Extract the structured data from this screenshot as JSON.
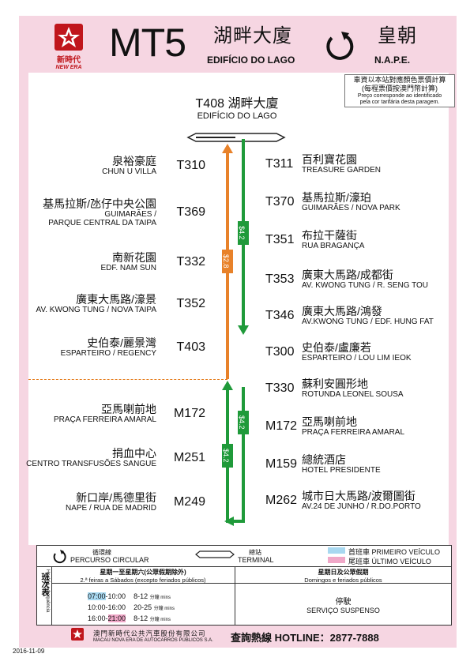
{
  "header": {
    "logo_zh": "新時代",
    "logo_en": "NEW ERA",
    "route": "MT5",
    "origin_zh": "湖畔大廈",
    "origin_pt": "EDIFÍCIO DO LAGO",
    "dest_zh": "皇朝",
    "dest_pt": "N.A.P.E."
  },
  "note": {
    "zh1": "車資以本站對應顏色票價計算",
    "zh2": "(每程票價按澳門幣計算)",
    "pt1": "Preço corresponde ao identificado",
    "pt2": "pela cor tarifária desta paragem."
  },
  "terminal_stop": {
    "code": "T408",
    "zh": "湖畔大廈",
    "pt": "EDIFÍCIO DO LAGO"
  },
  "fares": {
    "orange": "$2.8",
    "green_a": "$4.2",
    "green_b": "$4.2",
    "green_c": "$4.2"
  },
  "left_stops": [
    {
      "code": "T310",
      "zh": "泉裕豪庭",
      "pt1": "CHUN U VILLA",
      "pt2": ""
    },
    {
      "code": "T369",
      "zh": "基馬拉斯/氹仔中央公園",
      "pt1": "GUIMARÃES /",
      "pt2": "PARQUE CENTRAL DA TAIPA"
    },
    {
      "code": "T332",
      "zh": "南新花園",
      "pt1": "EDF. NAM SUN",
      "pt2": ""
    },
    {
      "code": "T352",
      "zh": "廣東大馬路/濠景",
      "pt1": "AV. KWONG TUNG / NOVA TAIPA",
      "pt2": ""
    },
    {
      "code": "T403",
      "zh": "史伯泰/麗景灣",
      "pt1": "ESPARTEIRO / REGENCY",
      "pt2": ""
    },
    {
      "code": "M172",
      "zh": "亞馬喇前地",
      "pt1": "PRAÇA FERREIRA AMARAL",
      "pt2": ""
    },
    {
      "code": "M251",
      "zh": "捐血中心",
      "pt1": "CENTRO TRANSFUSÕES SANGUE",
      "pt2": ""
    },
    {
      "code": "M249",
      "zh": "新口岸/馬德里街",
      "pt1": "NAPE / RUA DE MADRID",
      "pt2": ""
    }
  ],
  "right_stops": [
    {
      "code": "T311",
      "zh": "百利寶花園",
      "pt": "TREASURE GARDEN"
    },
    {
      "code": "T370",
      "zh": "基馬拉斯/濠珀",
      "pt": "GUIMARÃES / NOVA PARK"
    },
    {
      "code": "T351",
      "zh": "布拉干薩街",
      "pt": "RUA BRAGANÇA"
    },
    {
      "code": "T353",
      "zh": "廣東大馬路/成都街",
      "pt": "AV. KWONG TUNG / R. SENG TOU"
    },
    {
      "code": "T346",
      "zh": "廣東大馬路/鴻發",
      "pt": "AV.KWONG TUNG / EDF. HUNG FAT"
    },
    {
      "code": "T300",
      "zh": "史伯泰/盧廉若",
      "pt": "ESPARTEIRO / LOU LIM IEOK"
    },
    {
      "code": "T330",
      "zh": "蘇利安圓形地",
      "pt": "ROTUNDA LEONEL SOUSA"
    },
    {
      "code": "M172",
      "zh": "亞馬喇前地",
      "pt": "PRAÇA FERREIRA AMARAL"
    },
    {
      "code": "M159",
      "zh": "總統酒店",
      "pt": "HOTEL PRESIDENTE"
    },
    {
      "code": "M262",
      "zh": "城市日大馬路/波爾圖街",
      "pt": "AV.24 DE JUNHO / R.DO.PORTO"
    }
  ],
  "legend": {
    "circular_zh": "循環線",
    "circular_pt": "PERCURSO CIRCULAR",
    "terminal_zh": "總站",
    "terminal_pt": "TERMINAL",
    "first_zh": "首班車",
    "first_pt": "PRIMEIRO VEÍCULO",
    "last_zh": "尾班車",
    "last_pt": "ÚLTIMO VEÍCULO",
    "first_color": "#a8d8f0",
    "last_color": "#f0a8c8"
  },
  "schedule": {
    "side_zh": "班次表",
    "side_pt": "Horário e frequência",
    "weekday_zh": "星期一至星期六(公眾假期除外)",
    "weekday_pt": "2.ª feiras a Sábados (excepto feriados públicos)",
    "holiday_zh": "星期日及公眾假期",
    "holiday_pt": "Domingos e feriados públicos",
    "rows": [
      {
        "start": "07:00",
        "end": "10:00",
        "freq": "8-12",
        "unit": "分鐘 mins"
      },
      {
        "start": "10:00",
        "end": "16:00",
        "freq": "20-25",
        "unit": "分鐘 mins"
      },
      {
        "start": "16:00",
        "end": "21:00",
        "freq": "8-12",
        "unit": "分鐘 mins"
      }
    ],
    "suspended_zh": "停駛",
    "suspended_pt": "SERVIÇO SUSPENSO"
  },
  "footer": {
    "company_zh": "澳門新時代公共汽車股份有限公司",
    "company_pt": "MACAU NOVA ERA DE AUTOCARROS PÚBLICOS S.A.",
    "hotline_label": "查詢熱線 HOTLINE：",
    "hotline_number": "2877-7888",
    "date": "2016-11-09"
  },
  "colors": {
    "pink": "#f6d6e2",
    "orange": "#e8822a",
    "green": "#1f9a3a",
    "red": "#c0161c"
  }
}
